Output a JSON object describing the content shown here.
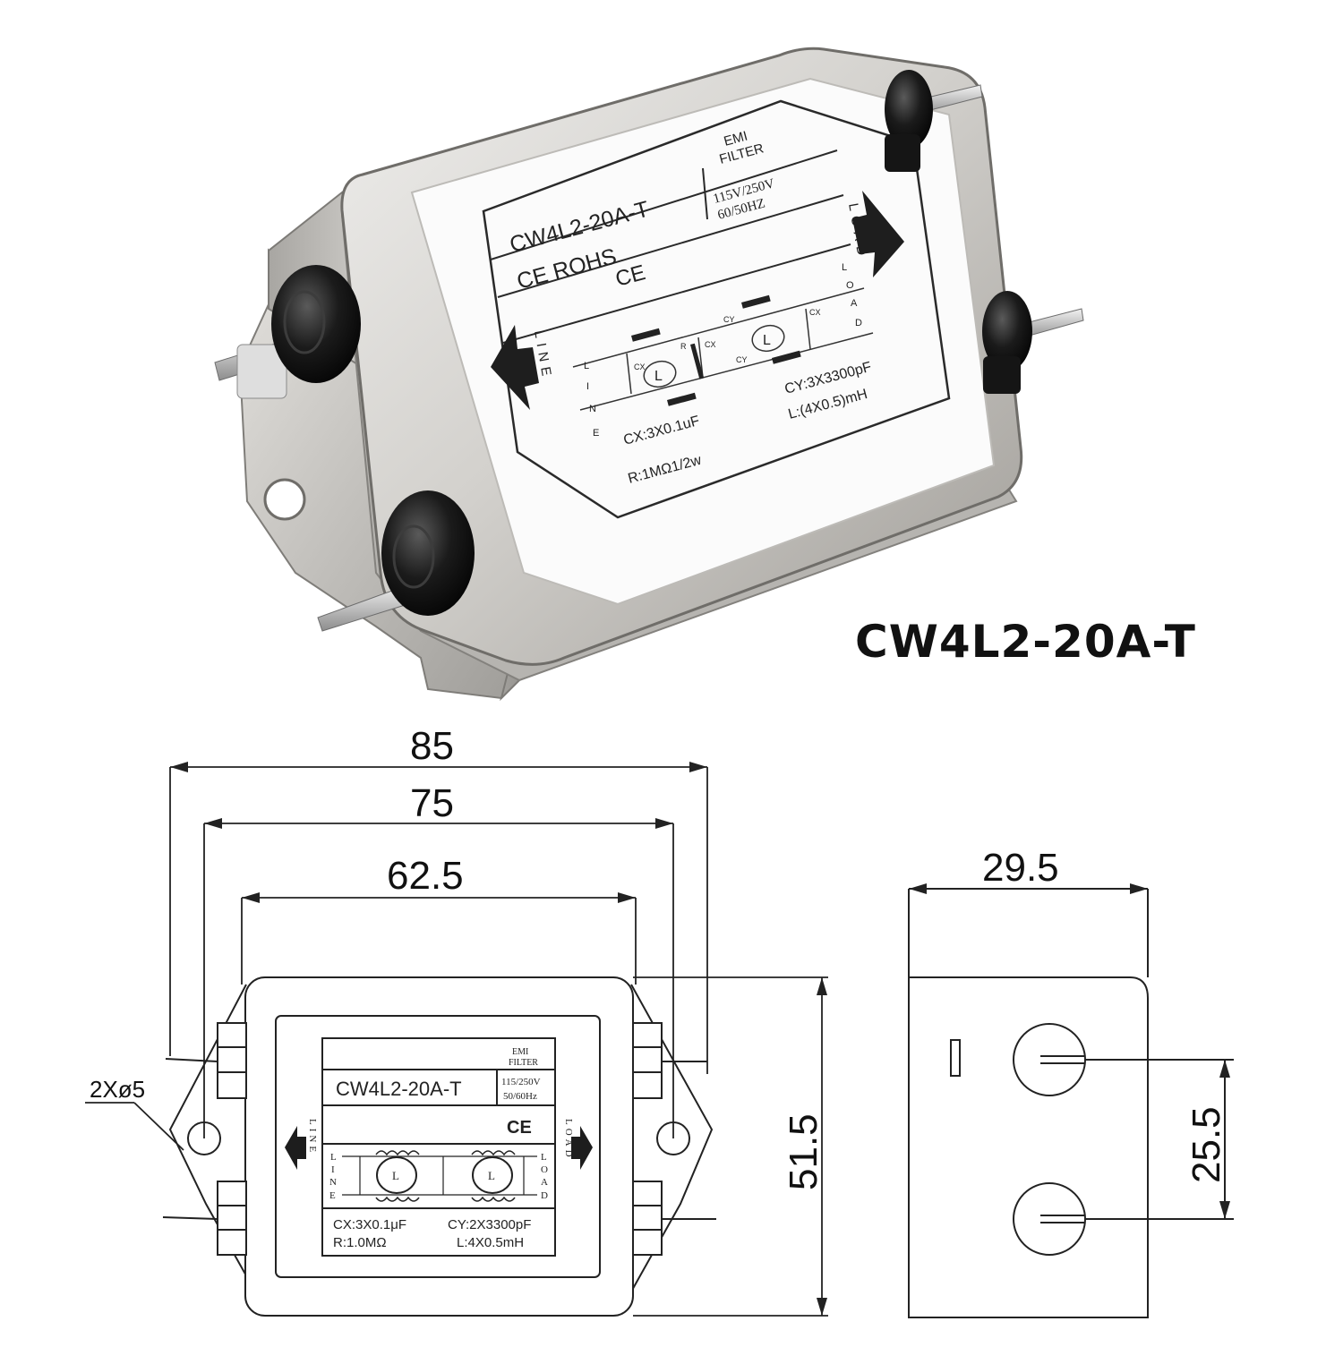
{
  "product_title": "CW4L2-20A-T",
  "photo_label": {
    "emi": "EMI",
    "filter": "FILTER",
    "model": "CW4L2-20A-T",
    "rating_voltage": "115V/250V",
    "rating_freq": "60/50HZ",
    "cert": "CE    ROHS",
    "line": "LINE",
    "load": "LOAD",
    "cx_spec": "CX:3X0.1uF",
    "r_spec": "R:1MΩ1/2w",
    "cy_spec": "CY:3X3300pF",
    "l_spec": "L:(4X0.5)mH",
    "pins_left": [
      "L",
      "I",
      "N",
      "E"
    ],
    "pins_right": [
      "L",
      "O",
      "A",
      "D"
    ],
    "comp_cx": "CX",
    "comp_cy": "CY",
    "comp_r": "R",
    "comp_l": "L"
  },
  "drawing_label": {
    "emi": "EMI",
    "filter": "FILTER",
    "model": "CW4L2-20A-T",
    "rating_voltage": "115/250V",
    "rating_freq": "50/60Hz",
    "cert": "CE",
    "line": "LINE",
    "load": "LOAD",
    "cx_spec": "CX:3X0.1μF",
    "r_spec": "R:1.0MΩ",
    "cy_spec": "CY:2X3300pF",
    "l_spec": "L:4X0.5mH",
    "pins_left": [
      "L",
      "I",
      "N",
      "E"
    ],
    "pins_right": [
      "L",
      "O",
      "A",
      "D"
    ]
  },
  "dimensions": {
    "overall_width": "85",
    "mount_hole_pitch": "75",
    "body_width": "62.5",
    "height": "51.5",
    "depth": "29.5",
    "terminal_pitch": "25.5",
    "hole_callout": "2Xø5"
  },
  "colors": {
    "line": "#222222",
    "housing": "#d8d6d2",
    "housing_dark": "#9c9a96",
    "terminal_black": "#161616",
    "tab_metal": "#b9b9b9",
    "label_bg": "#fafafa"
  }
}
